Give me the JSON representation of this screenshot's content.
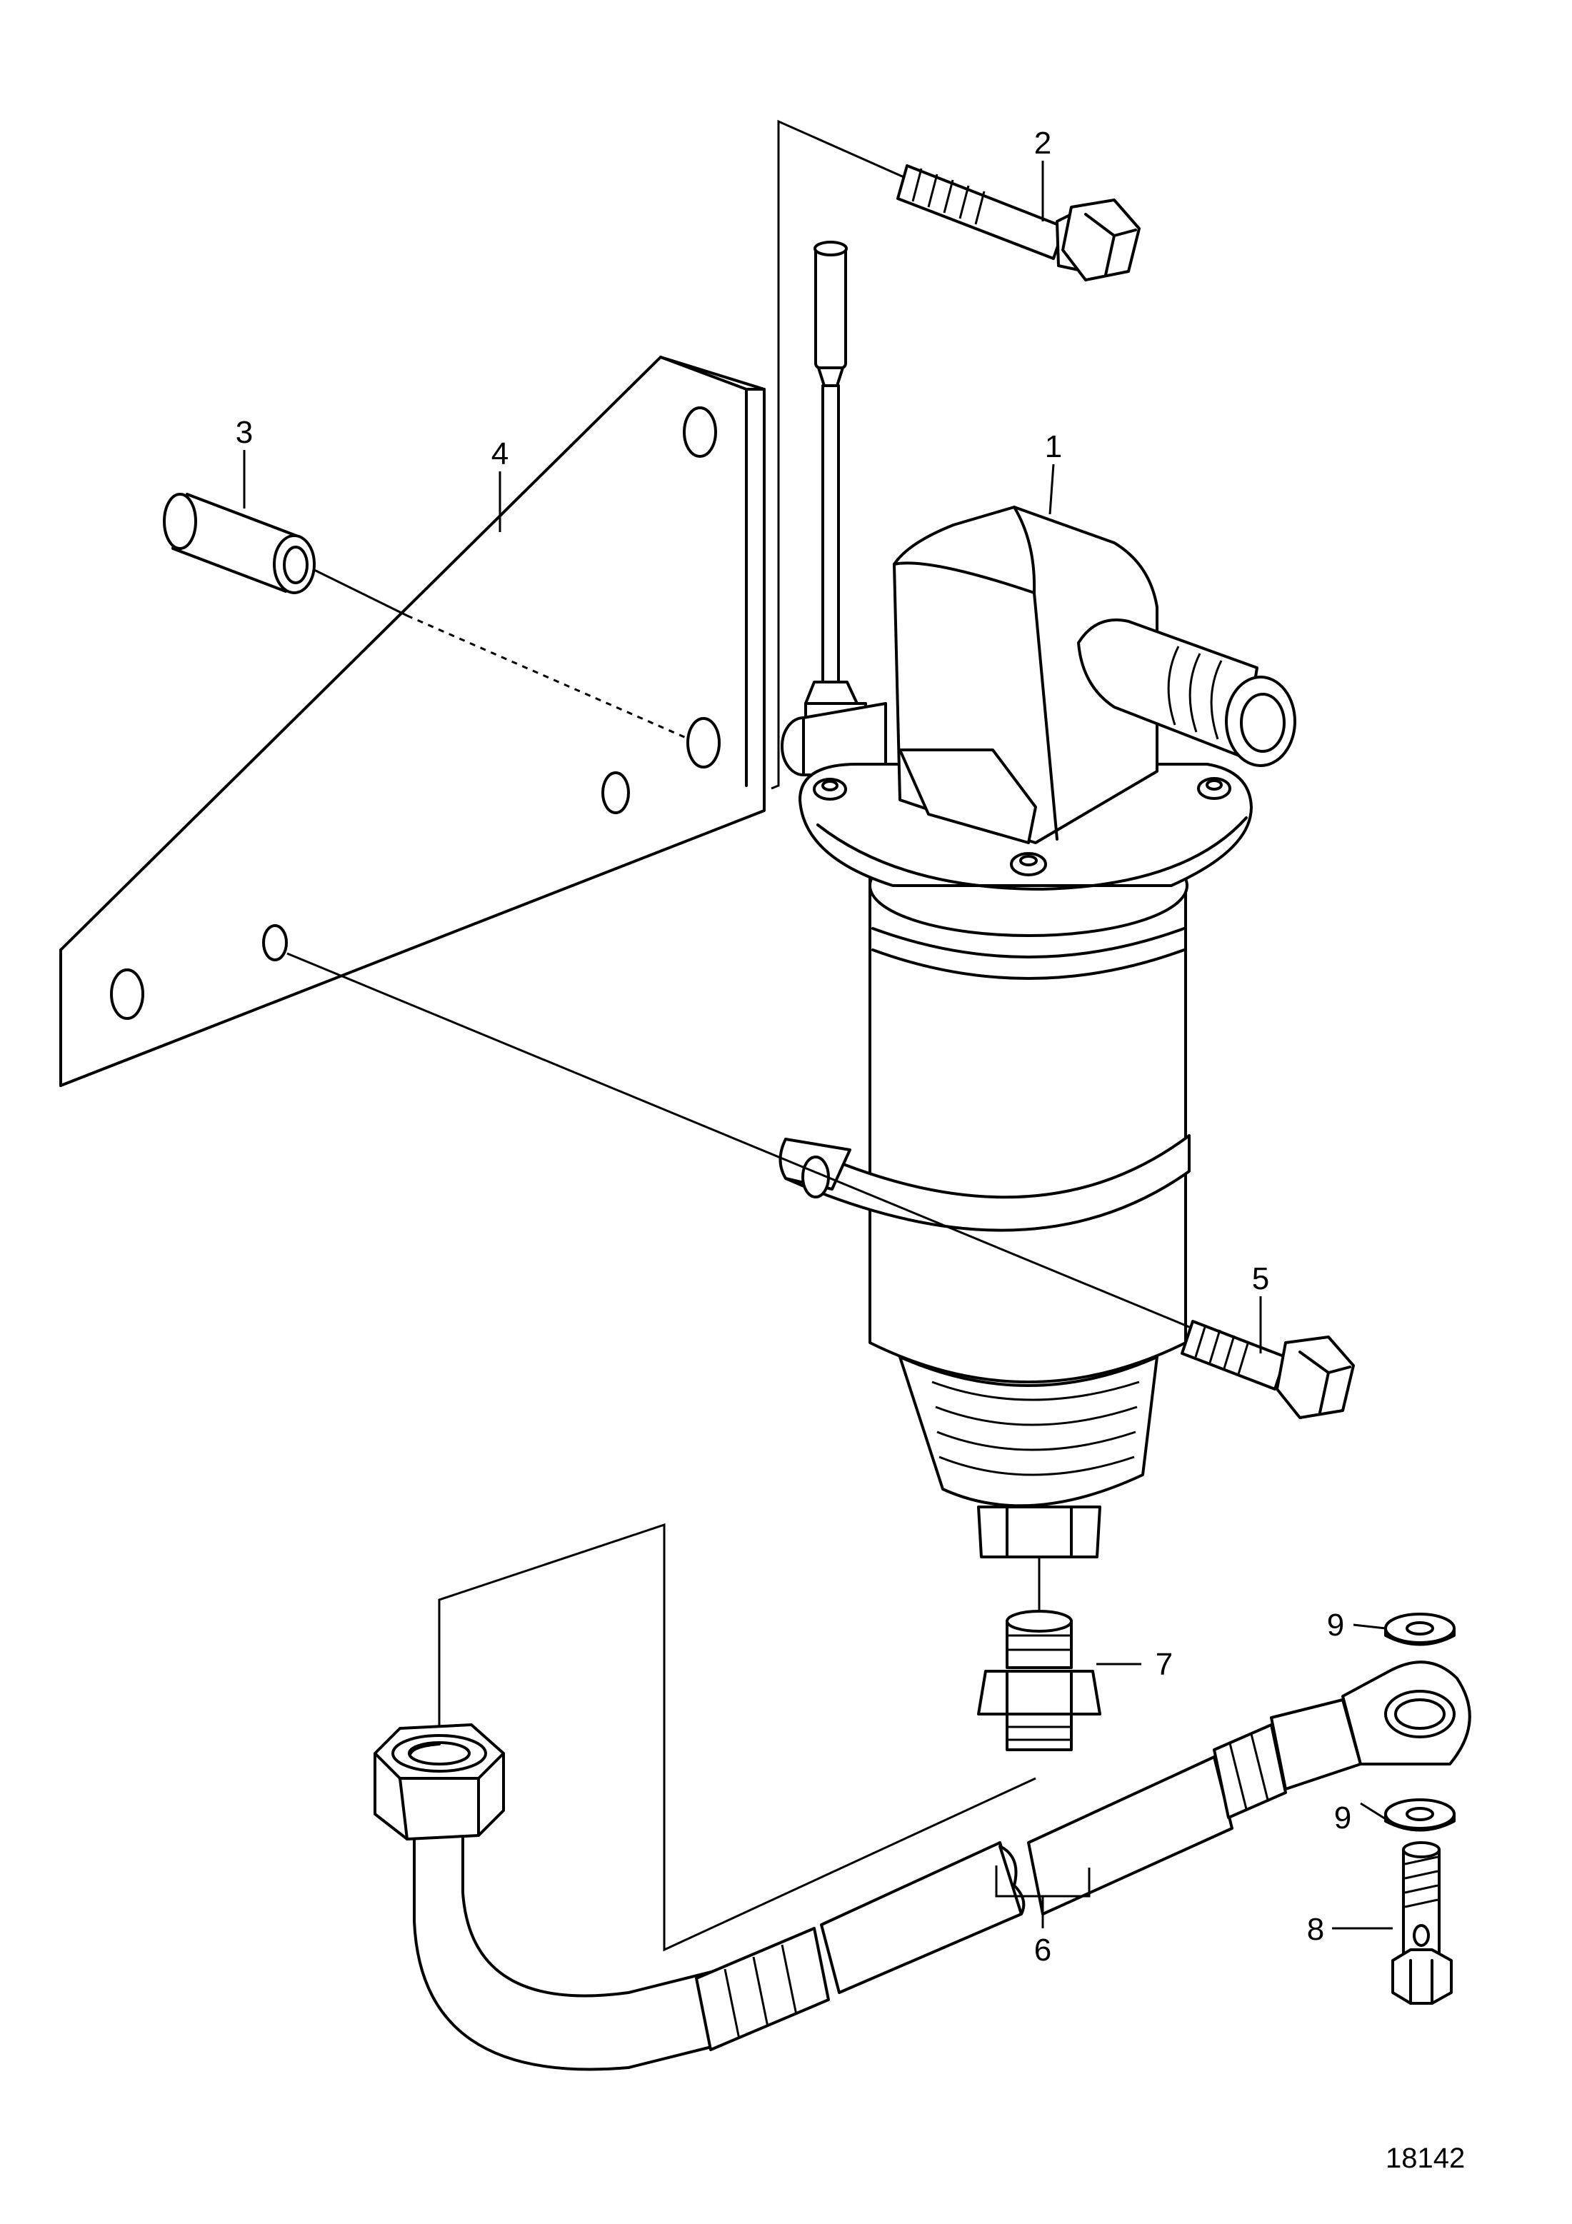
{
  "figure_number": "18142",
  "callouts": {
    "c1": "1",
    "c2": "2",
    "c3": "3",
    "c4": "4",
    "c5": "5",
    "c6": "6",
    "c7": "7",
    "c8": "8",
    "c9a": "9",
    "c9b": "9"
  }
}
